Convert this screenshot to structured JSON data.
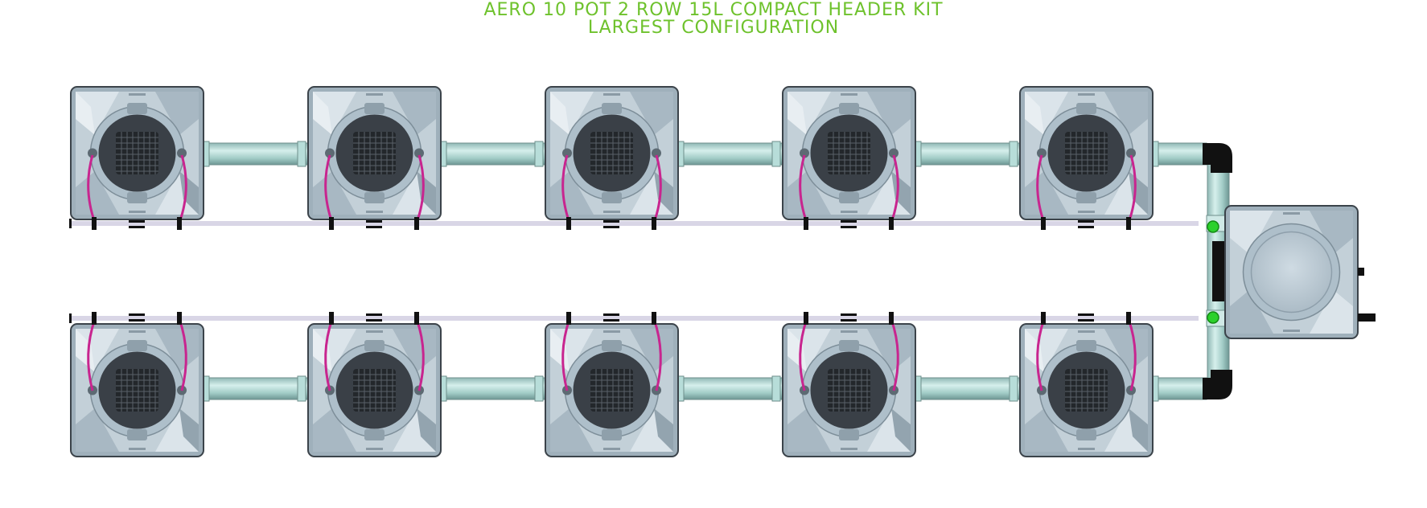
{
  "title": {
    "line1": "AERO 10 POT 2 ROW 15L COMPACT HEADER KIT",
    "line2": "LARGEST CONFIGURATION"
  },
  "layout_info": {
    "rows": 2,
    "pots_per_row": 5,
    "header_units": 1
  },
  "colors": {
    "title": "#6ec22c",
    "pot_body": "#b8c6d0",
    "pot_dark": "#3a4047",
    "pipe": "#a9d4cf",
    "drip_line": "#c8258f",
    "feed_line": "#d9d6e6",
    "fitting": "#2bd12b",
    "elbow": "#111111"
  }
}
